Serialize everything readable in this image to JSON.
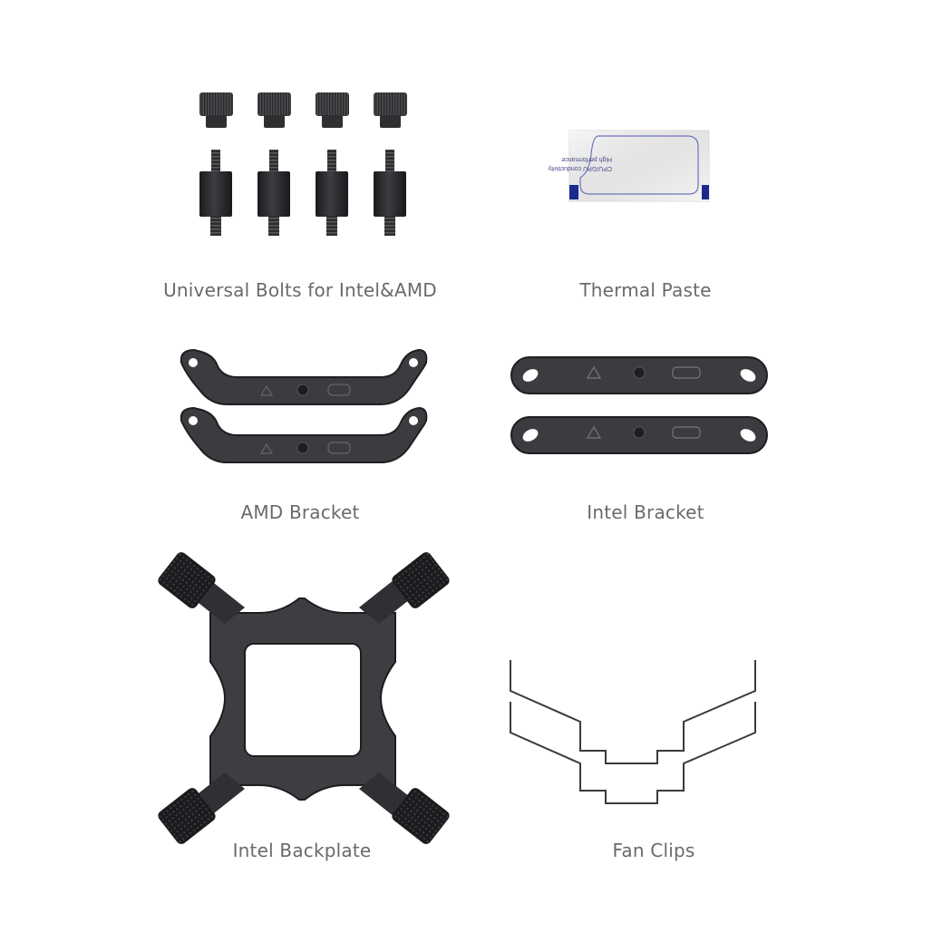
{
  "items": [
    {
      "key": "bolts",
      "label": "Universal Bolts for Intel&AMD"
    },
    {
      "key": "paste",
      "label": "Thermal Paste"
    },
    {
      "key": "amd",
      "label": "AMD Bracket"
    },
    {
      "key": "intel",
      "label": "Intel Bracket"
    },
    {
      "key": "backplate",
      "label": "Intel Backplate"
    },
    {
      "key": "clips",
      "label": "Fan Clips"
    }
  ],
  "paste_packet": {
    "line1": "High performance",
    "line2": "CPU/GPU conductivity"
  },
  "colors": {
    "part": "#3a3b3d",
    "part_dark": "#1c1d1f",
    "caption": "#6a6a6a",
    "accent": "#1b2a8c"
  }
}
